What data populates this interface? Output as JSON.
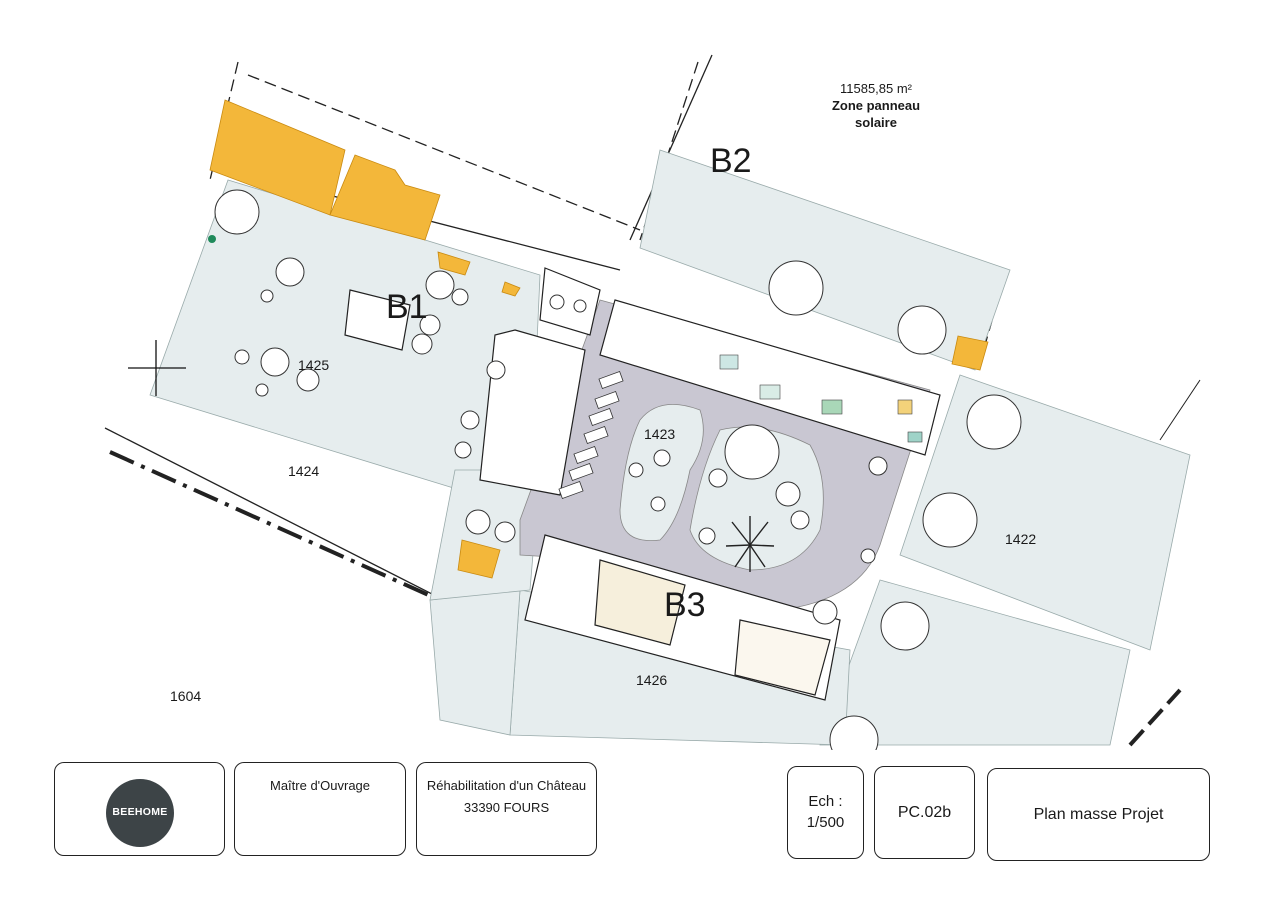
{
  "plan": {
    "solar_area": "11585,85 m²",
    "solar_zone_line1": "Zone panneau",
    "solar_zone_line2": "solaire",
    "buildings": [
      "B1",
      "B2",
      "B3"
    ],
    "parcels": [
      "1425",
      "1424",
      "1423",
      "1422",
      "1426",
      "1604"
    ]
  },
  "cartouche": {
    "logo_text": "BEEHOME",
    "client_label": "Maître d'Ouvrage",
    "project_line1": "Réhabilitation d'un Château",
    "project_line2": "33390 FOURS",
    "scale_line1": "Ech :",
    "scale_line2": "1/500",
    "drawing_code": "PC.02b",
    "drawing_title": "Plan masse Projet"
  },
  "colors": {
    "lawn": "#e6edee",
    "road": "#c9c7d2",
    "solar_panels": "#f3b73a",
    "building": "#ffffff"
  }
}
